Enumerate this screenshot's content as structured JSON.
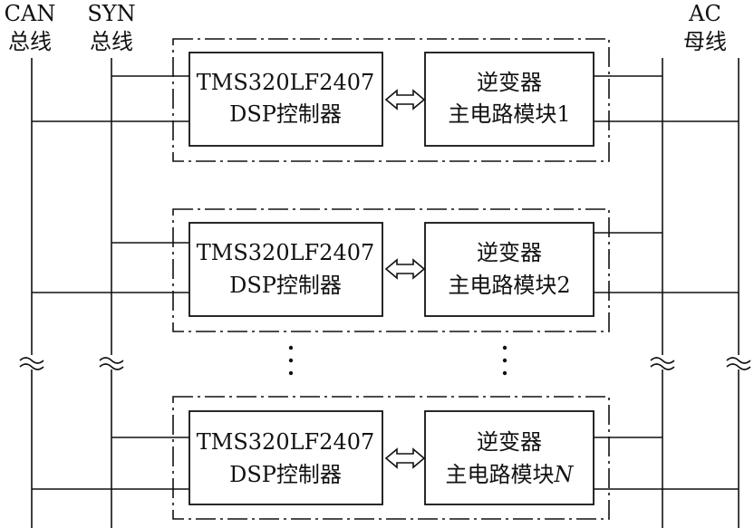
{
  "buses": {
    "can": {
      "line1": "CAN",
      "line2": "总线"
    },
    "syn": {
      "line1": "SYN",
      "line2": "总线"
    },
    "ac": {
      "line1": "AC",
      "line2": "母线"
    }
  },
  "modules": [
    {
      "dsp_line1": "TMS320LF2407",
      "dsp_line2": "DSP控制器",
      "inv_line1": "逆变器",
      "inv_line2": "主电路模块1"
    },
    {
      "dsp_line1": "TMS320LF2407",
      "dsp_line2": "DSP控制器",
      "inv_line1": "逆变器",
      "inv_line2": "主电路模块2"
    },
    {
      "dsp_line1": "TMS320LF2407",
      "dsp_line2": "DSP控制器",
      "inv_line1": "逆变器",
      "inv_line2": "主电路模块",
      "inv_line2_suffix": "N"
    }
  ]
}
